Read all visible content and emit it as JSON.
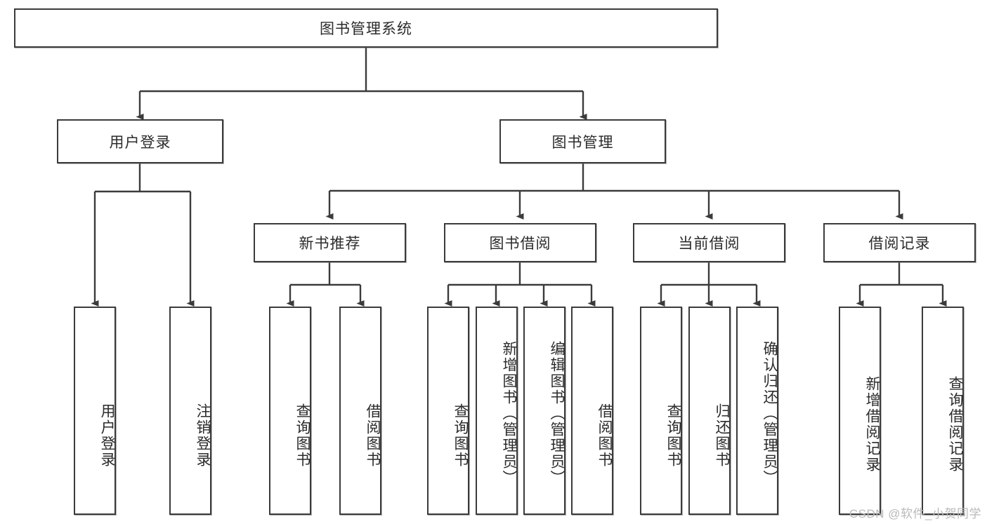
{
  "diagram": {
    "title": "图书管理系统",
    "type": "hierarchy-tree",
    "watermark": "CSDN @软件_小贺同学",
    "colors": {
      "stroke": "#3b3b3b",
      "fill": "#ffffff",
      "text": "#2b2b2b",
      "watermark": "#b9b9b9"
    },
    "root": {
      "label": "图书管理系统"
    },
    "level2": [
      {
        "label": "用户登录"
      },
      {
        "label": "图书管理"
      }
    ],
    "level3": [
      {
        "label": "新书推荐"
      },
      {
        "label": "图书借阅"
      },
      {
        "label": "当前借阅"
      },
      {
        "label": "借阅记录"
      }
    ],
    "leaves": {
      "user_login": [
        {
          "label": "用户登录"
        },
        {
          "label": "注销登录"
        }
      ],
      "new_book_recommend": [
        {
          "label": "查询图书"
        },
        {
          "label": "借阅图书"
        }
      ],
      "book_borrow": [
        {
          "label": "查询图书"
        },
        {
          "label": "新增图书（管理员）"
        },
        {
          "label": "编辑图书（管理员）"
        },
        {
          "label": "借阅图书"
        }
      ],
      "current_borrow": [
        {
          "label": "查询图书"
        },
        {
          "label": "归还图书"
        },
        {
          "label": "确认归还（管理员）"
        }
      ],
      "borrow_record": [
        {
          "label": "新增借阅记录"
        },
        {
          "label": "查询借阅记录"
        }
      ]
    }
  }
}
